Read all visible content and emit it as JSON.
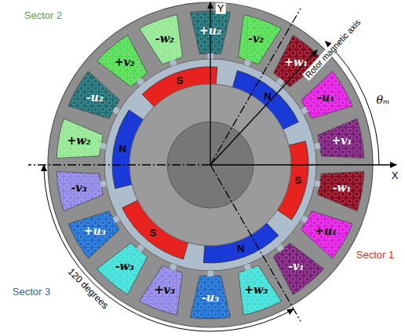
{
  "diagram": {
    "labels": [
      "Sector 2",
      "Y",
      "Rotor magnetic axis",
      "θₘ",
      "Sector 1",
      "X",
      "Sector 3",
      "120 degrees",
      "+u₂",
      "-v₂",
      "+w₁",
      "-u₁",
      "+v₁",
      "-w₁",
      "+u₁",
      "-v₁",
      "+w₃",
      "-u₃",
      "+v₃",
      "-w₃",
      "+u₃",
      "-v₃",
      "+w₂",
      "-u₂",
      "+v₂",
      "-w₂",
      "S",
      "N",
      "S",
      "N",
      "S",
      "N"
    ]
  }
}
